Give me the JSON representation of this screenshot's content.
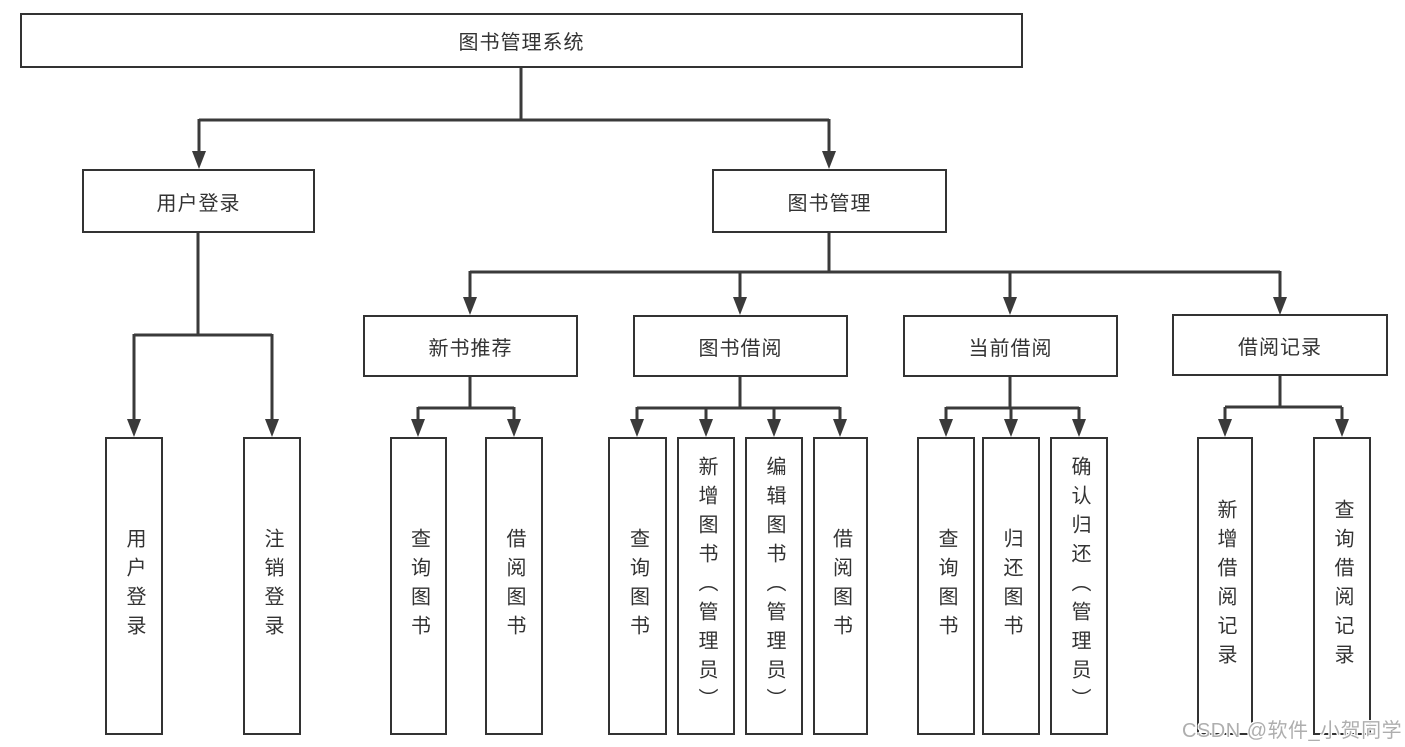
{
  "colors": {
    "line": "#3a3a3a",
    "border": "#333333",
    "text": "#333333",
    "watermark": "#aeaeae",
    "background": "#ffffff"
  },
  "watermark": "CSDN @软件_小贺同学",
  "tree": {
    "label": "图书管理系统",
    "children": [
      {
        "label": "用户登录",
        "children": [
          {
            "label": "用户登录"
          },
          {
            "label": "注销登录"
          }
        ]
      },
      {
        "label": "图书管理",
        "children": [
          {
            "label": "新书推荐",
            "children": [
              {
                "label": "查询图书"
              },
              {
                "label": "借阅图书"
              }
            ]
          },
          {
            "label": "图书借阅",
            "children": [
              {
                "label": "查询图书"
              },
              {
                "label": "新增图书（管理员）"
              },
              {
                "label": "编辑图书（管理员）"
              },
              {
                "label": "借阅图书"
              }
            ]
          },
          {
            "label": "当前借阅",
            "children": [
              {
                "label": "查询图书"
              },
              {
                "label": "归还图书"
              },
              {
                "label": "确认归还（管理员）"
              }
            ]
          },
          {
            "label": "借阅记录",
            "children": [
              {
                "label": "新增借阅记录"
              },
              {
                "label": "查询借阅记录"
              }
            ]
          }
        ]
      }
    ]
  }
}
